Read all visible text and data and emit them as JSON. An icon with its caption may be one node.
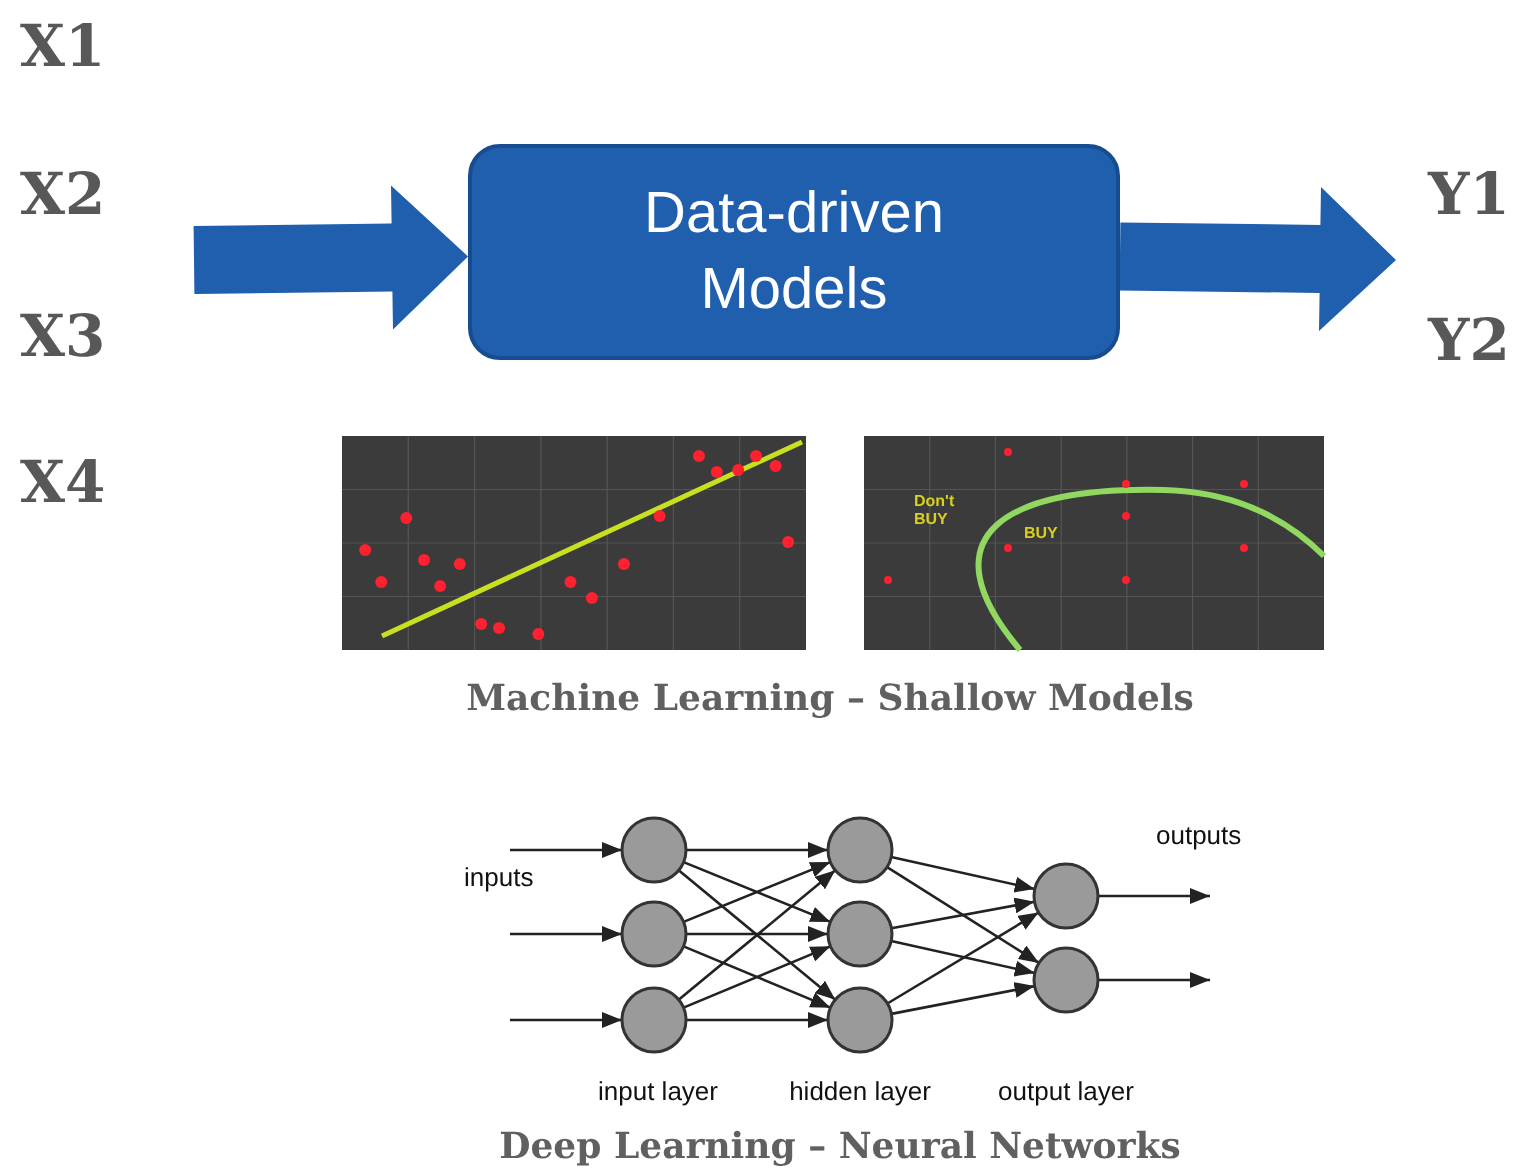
{
  "diagram": {
    "nodes": [
      {
        "text": [
          "Data-driven Models"
        ]
      },
      {
        "text": [],
        "shape": "circle"
      },
      {
        "text": [],
        "shape": "circle"
      },
      {
        "text": [],
        "shape": "circle"
      },
      {
        "text": [],
        "shape": "circle"
      },
      {
        "text": [],
        "shape": "circle"
      },
      {
        "text": [],
        "shape": "circle"
      },
      {
        "text": [],
        "shape": "circle"
      },
      {
        "text": [],
        "shape": "circle"
      }
    ],
    "edges": [
      {
        "from": null,
        "to": 0,
        "arrow": "to",
        "style": "thick",
        "color": "#1f5fae"
      },
      {
        "from": 0,
        "to": null,
        "arrow": "to",
        "style": "thick",
        "color": "#1f5fae"
      },
      {
        "from": null,
        "to": 1,
        "arrow": "to"
      },
      {
        "from": null,
        "to": 2,
        "arrow": "to"
      },
      {
        "from": null,
        "to": 3,
        "arrow": "to"
      },
      {
        "from": 1,
        "to": 4,
        "arrow": "to"
      },
      {
        "from": 1,
        "to": 5,
        "arrow": "to"
      },
      {
        "from": 1,
        "to": 6,
        "arrow": "to"
      },
      {
        "from": 2,
        "to": 4,
        "arrow": "to"
      },
      {
        "from": 2,
        "to": 5,
        "arrow": "to"
      },
      {
        "from": 2,
        "to": 6,
        "arrow": "to"
      },
      {
        "from": 3,
        "to": 4,
        "arrow": "to"
      },
      {
        "from": 3,
        "to": 5,
        "arrow": "to"
      },
      {
        "from": 3,
        "to": 6,
        "arrow": "to"
      },
      {
        "from": 4,
        "to": 7,
        "arrow": "to"
      },
      {
        "from": 4,
        "to": 8,
        "arrow": "to"
      },
      {
        "from": 5,
        "to": 7,
        "arrow": "to"
      },
      {
        "from": 5,
        "to": 8,
        "arrow": "to"
      },
      {
        "from": 6,
        "to": 7,
        "arrow": "to"
      },
      {
        "from": 6,
        "to": 8,
        "arrow": "to"
      },
      {
        "from": 7,
        "to": null,
        "arrow": "to"
      },
      {
        "from": 8,
        "to": null,
        "arrow": "to"
      }
    ],
    "labels": [
      "X1",
      "X2",
      "X3",
      "X4",
      "Y1",
      "Y2",
      "Don't BUY",
      "BUY",
      "Machine Learning – Shallow Models",
      "inputs",
      "outputs",
      "input layer",
      "hidden layer",
      "output layer",
      "Deep Learning – Neural Networks"
    ]
  }
}
